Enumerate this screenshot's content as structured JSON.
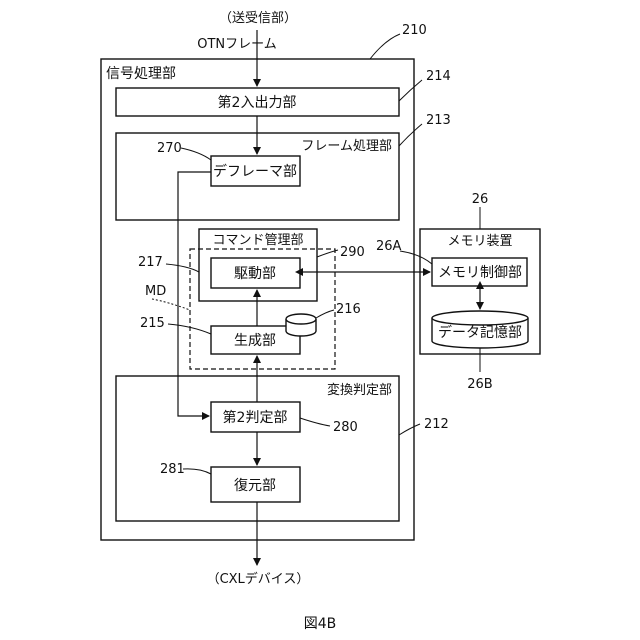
{
  "input_label": "（送受信部）",
  "input_frame_label": "OTNフレーム",
  "output_label": "（CXLデバイス）",
  "figure_label": "図4B",
  "signal_processing": {
    "title": "信号処理部",
    "ref": "210"
  },
  "io_unit": {
    "label": "第2入出力部",
    "ref": "214"
  },
  "frame_processing": {
    "title": "フレーム処理部",
    "ref": "213"
  },
  "deframer": {
    "label": "デフレーマ部",
    "ref": "270"
  },
  "command_mgmt": {
    "title": "コマンド管理部",
    "ref": "290"
  },
  "driver": {
    "label": "駆動部",
    "ref": "217"
  },
  "generator": {
    "label": "生成部",
    "ref": "215"
  },
  "generator_storage": {
    "ref": "216"
  },
  "dashed_region": {
    "ref": "MD"
  },
  "conversion": {
    "title": "変換判定部",
    "ref": "212"
  },
  "second_judge": {
    "label": "第2判定部",
    "ref": "280"
  },
  "restore": {
    "label": "復元部",
    "ref": "281"
  },
  "memory_device": {
    "title": "メモリ装置",
    "ref": "26"
  },
  "memory_controller": {
    "label": "メモリ制御部",
    "ref": "26A"
  },
  "data_storage": {
    "label": "データ記憶部",
    "ref": "26B"
  }
}
